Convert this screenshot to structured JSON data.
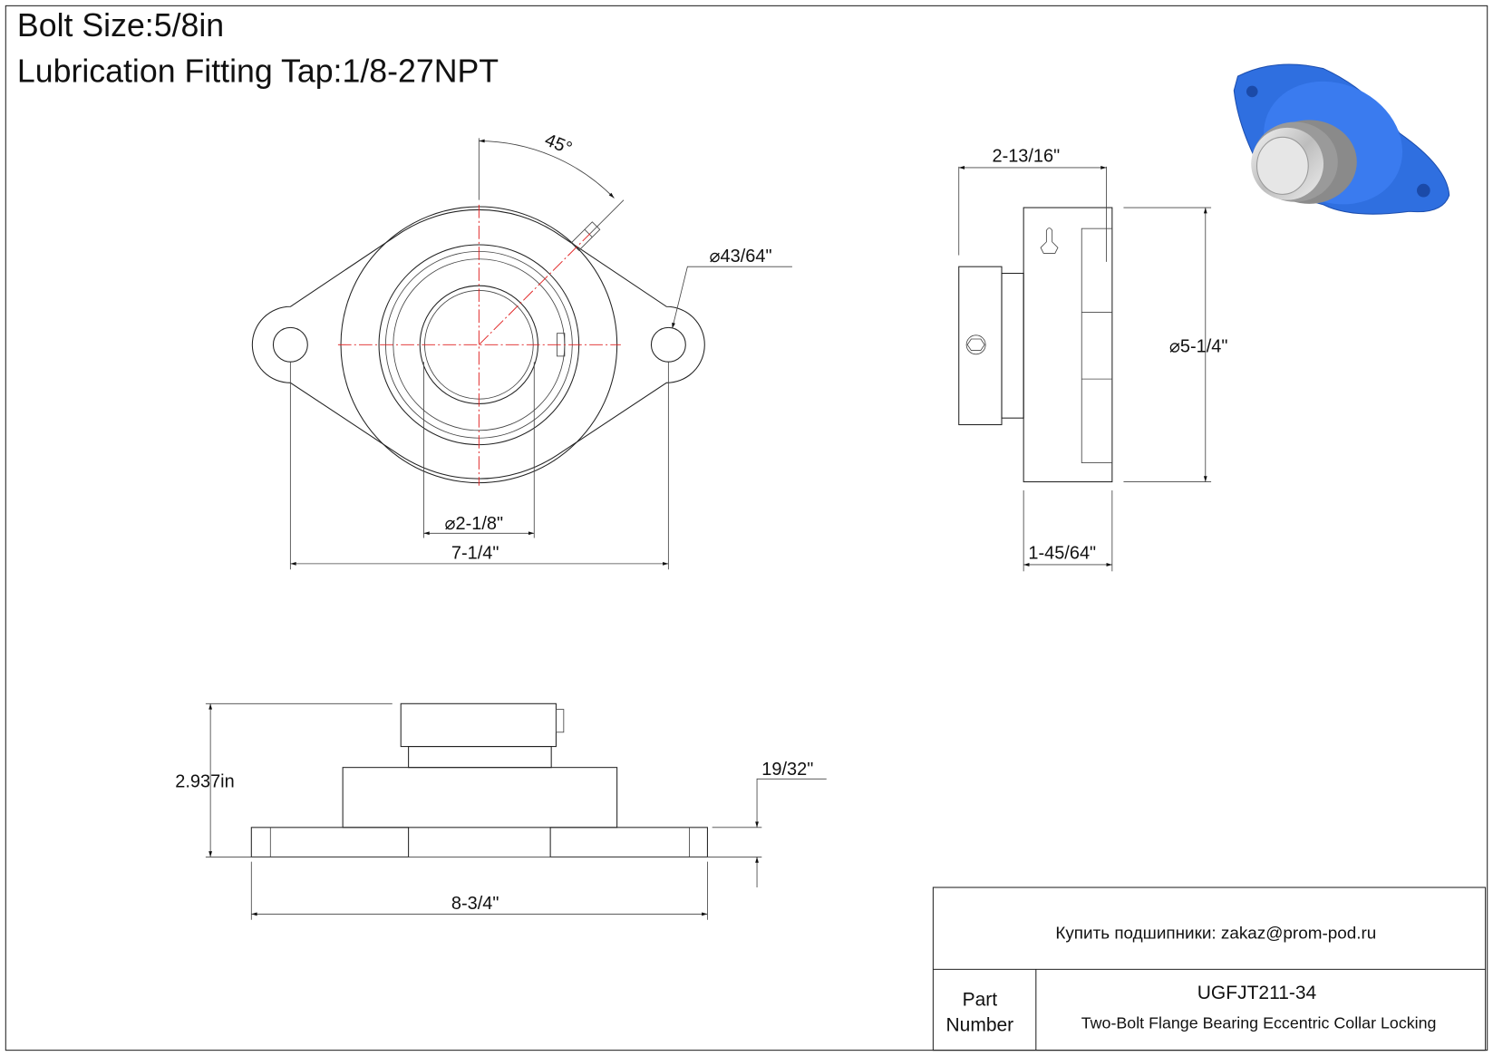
{
  "header": {
    "bolt_size": "Bolt Size:5/8in",
    "lubrication": "Lubrication Fitting Tap:1/8-27NPT"
  },
  "front_view": {
    "angle": "45°",
    "hole_dia": "43/64\"",
    "bore_dia": "2-1/8\"",
    "bolt_spacing": "7-1/4\""
  },
  "side_view": {
    "depth": "2-13/16\"",
    "flange_dia": "5-1/4\"",
    "flange_width": "1-45/64\""
  },
  "bottom_view": {
    "height": "2.937in",
    "flange_thickness": "19/32\"",
    "overall_length": "8-3/4\""
  },
  "title_block": {
    "contact": "Купить подшипники: zakaz@prom-pod.ru",
    "part_label_1": "Part",
    "part_label_2": "Number",
    "part_number": "UGFJT211-34",
    "description": "Two-Bolt Flange Bearing Eccentric Collar Locking"
  },
  "colors": {
    "housing": "#2f6fe0",
    "centerline": "#e02020"
  }
}
